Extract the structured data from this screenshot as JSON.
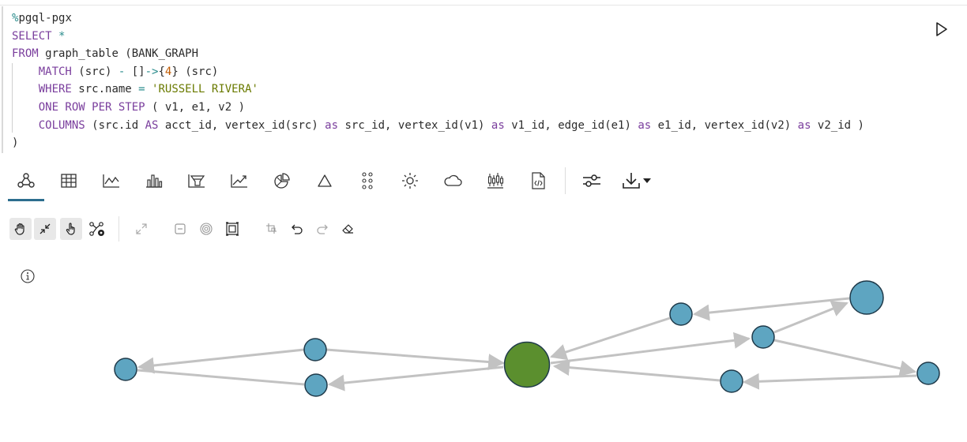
{
  "notebook": {
    "code_lines": [
      [
        {
          "t": "%",
          "c": "op"
        },
        {
          "t": "pgql-pgx",
          "c": ""
        }
      ],
      [
        {
          "t": "SELECT ",
          "c": "kw"
        },
        {
          "t": "*",
          "c": "op"
        }
      ],
      [
        {
          "t": "FROM ",
          "c": "kw"
        },
        {
          "t": "graph_table (BANK_GRAPH",
          "c": ""
        }
      ],
      [
        {
          "t": "    MATCH ",
          "c": "kw"
        },
        {
          "t": "(src) ",
          "c": ""
        },
        {
          "t": "-",
          "c": "op"
        },
        {
          "t": " []",
          "c": ""
        },
        {
          "t": "->",
          "c": "op"
        },
        {
          "t": "{",
          "c": ""
        },
        {
          "t": "4",
          "c": "num"
        },
        {
          "t": "} (src)",
          "c": ""
        }
      ],
      [
        {
          "t": "    WHERE ",
          "c": "kw"
        },
        {
          "t": "src.name ",
          "c": ""
        },
        {
          "t": "=",
          "c": "op"
        },
        {
          "t": " ",
          "c": ""
        },
        {
          "t": "'RUSSELL RIVERA'",
          "c": "str"
        }
      ],
      [
        {
          "t": "    ONE ROW PER STEP ",
          "c": "kw"
        },
        {
          "t": "( v1, e1, v2 )",
          "c": ""
        }
      ],
      [
        {
          "t": "    COLUMNS ",
          "c": "kw"
        },
        {
          "t": "(src.id ",
          "c": ""
        },
        {
          "t": "AS",
          "c": "kw"
        },
        {
          "t": " acct_id, vertex_id(src) ",
          "c": ""
        },
        {
          "t": "as",
          "c": "kw"
        },
        {
          "t": " src_id, vertex_id(v1) ",
          "c": ""
        },
        {
          "t": "as",
          "c": "kw"
        },
        {
          "t": " v1_id, edge_id(e1) ",
          "c": ""
        },
        {
          "t": "as",
          "c": "kw"
        },
        {
          "t": " e1_id, vertex_id(v2) ",
          "c": ""
        },
        {
          "t": "as",
          "c": "kw"
        },
        {
          "t": " v2_id )",
          "c": ""
        }
      ],
      [
        {
          "t": ")",
          "c": ""
        }
      ]
    ]
  },
  "run_button": {
    "icon": "play-icon"
  },
  "viz_toolbar": {
    "items": [
      {
        "name": "graph-view-button",
        "icon": "graph-icon",
        "active": true
      },
      {
        "name": "table-view-button",
        "icon": "table-icon"
      },
      {
        "name": "line-chart-button",
        "icon": "line-chart-icon"
      },
      {
        "name": "bar-chart-button",
        "icon": "bar-chart-icon"
      },
      {
        "name": "funnel-chart-button",
        "icon": "funnel-icon"
      },
      {
        "name": "trend-chart-button",
        "icon": "trend-icon"
      },
      {
        "name": "pie-chart-button",
        "icon": "pie-chart-icon"
      },
      {
        "name": "pyramid-chart-button",
        "icon": "triangle-icon"
      },
      {
        "name": "scatter-chart-button",
        "icon": "dots-grid-icon"
      },
      {
        "name": "sunburst-chart-button",
        "icon": "sunburst-icon"
      },
      {
        "name": "tag-cloud-button",
        "icon": "cloud-icon"
      },
      {
        "name": "stock-chart-button",
        "icon": "candlestick-icon"
      },
      {
        "name": "code-view-button",
        "icon": "code-file-icon"
      },
      {
        "name": "settings-button",
        "icon": "sliders-icon"
      },
      {
        "name": "download-button",
        "icon": "download-icon"
      }
    ]
  },
  "graph_toolbar": {
    "items": [
      {
        "name": "pan-mode-button",
        "icon": "hand-icon",
        "pressed": true
      },
      {
        "name": "fit-view-button",
        "icon": "collapse-icon",
        "pressed": true
      },
      {
        "name": "select-mode-button",
        "icon": "pointer-hand-icon",
        "pressed": true
      },
      {
        "name": "layout-network-button",
        "icon": "network-settings-icon"
      },
      {
        "name": "expand-button",
        "icon": "expand-icon",
        "disabled": true
      },
      {
        "name": "drop-node-button",
        "icon": "minus-box-icon",
        "disabled": true
      },
      {
        "name": "focus-button",
        "icon": "target-icon",
        "disabled": true
      },
      {
        "name": "group-button",
        "icon": "group-box-icon"
      },
      {
        "name": "ungroup-button",
        "icon": "ungroup-icon",
        "disabled": true
      },
      {
        "name": "undo-button",
        "icon": "undo-icon"
      },
      {
        "name": "redo-button",
        "icon": "redo-icon",
        "disabled": true
      },
      {
        "name": "clear-button",
        "icon": "eraser-icon"
      }
    ]
  },
  "graph": {
    "colors": {
      "node": "#5ea5c1",
      "node_border": "#1f3a4a",
      "center_node": "#5b8f2e",
      "edge": "#c2c2c2"
    },
    "info_icon": "info-icon"
  }
}
